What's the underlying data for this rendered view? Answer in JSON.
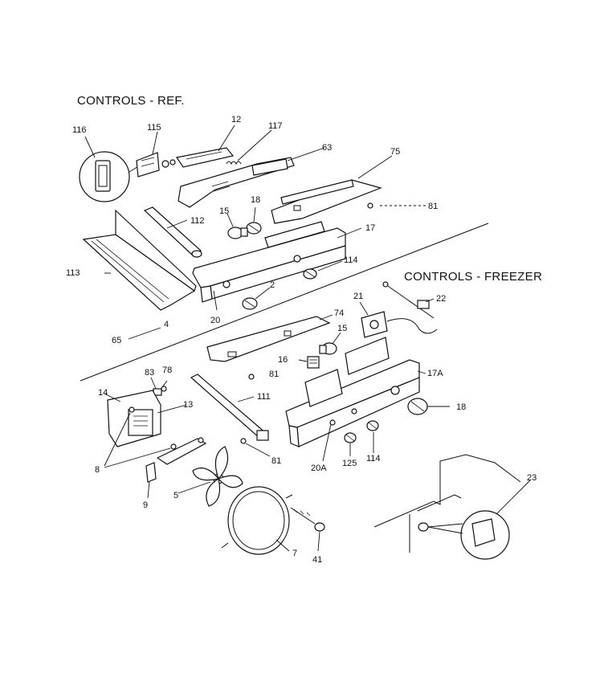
{
  "titles": {
    "ref": "CONTROLS - REF.",
    "freezer": "CONTROLS - FREEZER"
  },
  "labels": {
    "p116": "116",
    "p115": "115",
    "p12": "12",
    "p117": "117",
    "p63": "63",
    "p75": "75",
    "p81a": "81",
    "p18a": "18",
    "p15a": "15",
    "p112": "112",
    "p17": "17",
    "p113": "113",
    "p114a": "114",
    "p2": "2",
    "p20": "20",
    "p65": "65",
    "p4": "4",
    "p22": "22",
    "p21": "21",
    "p74": "74",
    "p15b": "15",
    "p16": "16",
    "p81b": "81",
    "p17A": "17A",
    "p83": "83",
    "p78": "78",
    "p14": "14",
    "p13": "13",
    "p111": "111",
    "p18b": "18",
    "p8": "8",
    "p81c": "81",
    "p20A": "20A",
    "p125": "125",
    "p114b": "114",
    "p9": "9",
    "p5": "5",
    "p41": "41",
    "p7": "7",
    "p23": "23"
  }
}
